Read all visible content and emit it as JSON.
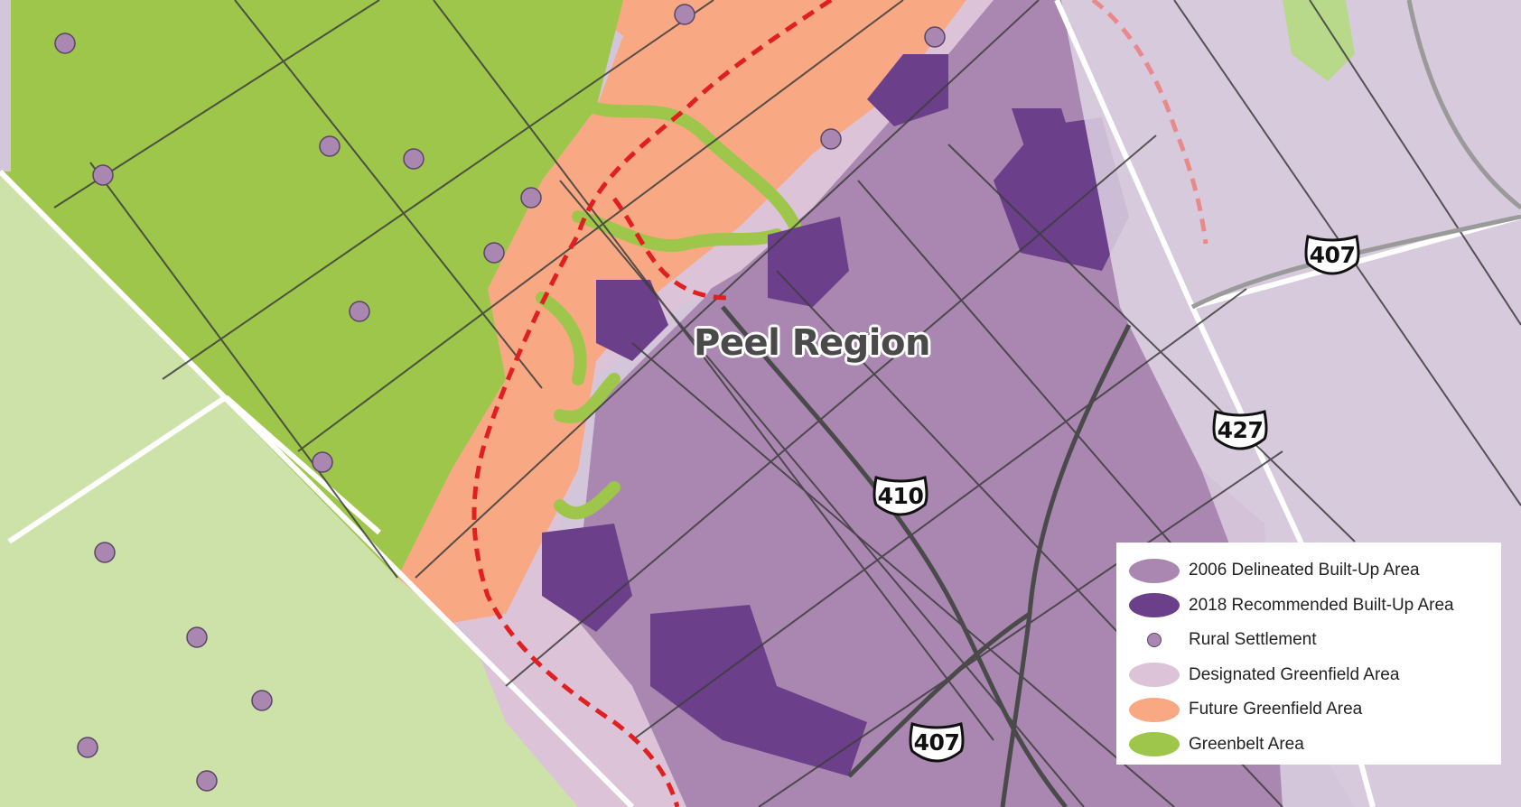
{
  "map": {
    "region_label": "Peel Region",
    "highway_shields": [
      {
        "id": "hwy-407-north",
        "label": "407"
      },
      {
        "id": "hwy-427",
        "label": "427"
      },
      {
        "id": "hwy-410",
        "label": "410"
      },
      {
        "id": "hwy-407-south",
        "label": "407"
      }
    ]
  },
  "legend": {
    "items": [
      {
        "label": "2006 Delineated Built-Up Area",
        "swatch": "blob",
        "color": "#a987b0"
      },
      {
        "label": "2018 Recommended Built-Up Area",
        "swatch": "blob",
        "color": "#6b3f8a"
      },
      {
        "label": "Rural Settlement",
        "swatch": "dot",
        "color": "#a987b0"
      },
      {
        "label": "Designated Greenfield Area",
        "swatch": "blob",
        "color": "#dcc3d8"
      },
      {
        "label": "Future Greenfield Area",
        "swatch": "blob",
        "color": "#f8a883"
      },
      {
        "label": "Greenbelt Area",
        "swatch": "blob",
        "color": "#9dc64b"
      }
    ]
  },
  "colors": {
    "greenbelt": "#9dc64b",
    "greenbelt_outside": "#cde2a8",
    "future_greenfield": "#f8a883",
    "designated_greenfield": "#dcc3d8",
    "built_up_2006": "#a987b0",
    "built_up_2018": "#6b3f8a",
    "outer_urban": "#d4c6da",
    "roads": "#3d3d3d",
    "boundary_dashed": "#e02020"
  }
}
